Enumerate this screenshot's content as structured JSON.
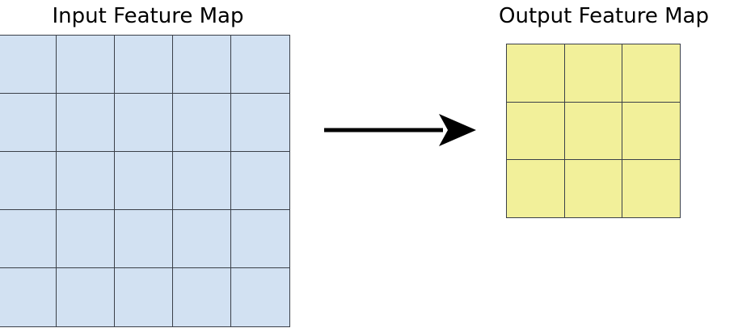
{
  "diagram": {
    "title_input": "Input Feature Map",
    "title_output": "Output Feature Map",
    "arrow_label": "",
    "colors": {
      "input_cell_fill": "#d2e1f2",
      "output_cell_fill": "#f2f09a",
      "cell_border": "#3b4049",
      "arrow": "#000000",
      "text": "#000000",
      "background": "#ffffff"
    }
  },
  "chart_data": {
    "type": "diagram",
    "title": "Input Feature Map to Output Feature Map",
    "input_grid": {
      "label": "Input Feature Map",
      "rows": 5,
      "cols": 5,
      "fill": "#d2e1f2",
      "clipped_bottom": true
    },
    "output_grid": {
      "label": "Output Feature Map",
      "rows": 3,
      "cols": 3,
      "fill": "#f2f09a"
    },
    "connector": {
      "type": "arrow",
      "direction": "left-to-right",
      "from": "input_grid",
      "to": "output_grid"
    }
  }
}
